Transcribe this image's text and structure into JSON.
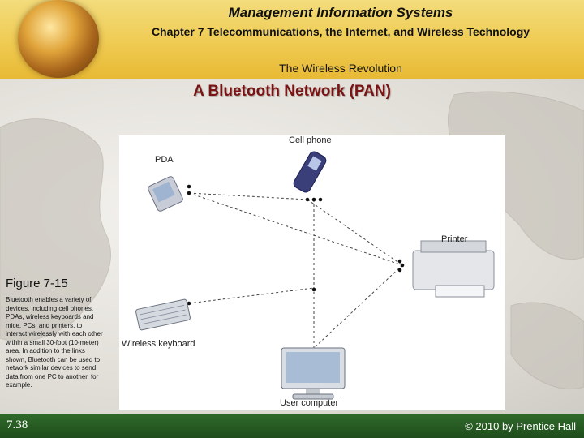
{
  "header": {
    "title": "Management Information Systems",
    "chapter": "Chapter 7 Telecommunications, the Internet, and Wireless Technology",
    "section": "The Wireless Revolution"
  },
  "slide": {
    "title": "A Bluetooth Network (PAN)"
  },
  "figure": {
    "labels": {
      "pda": "PDA",
      "cell_phone": "Cell phone",
      "printer": "Printer",
      "keyboard": "Wireless keyboard",
      "computer": "User computer"
    }
  },
  "caption": {
    "title": "Figure 7-15",
    "text": "Bluetooth enables a variety of devices, including cell phones, PDAs, wireless keyboards and mice, PCs, and printers, to interact wirelessly with each other within a small 30-foot (10-meter) area. In addition to the links shown, Bluetooth can be used to network similar devices to send data from one PC to another, for example."
  },
  "footer": {
    "page": "7.38",
    "copyright": "© 2010 by Prentice Hall"
  },
  "colors": {
    "header_gold": "#efcb52",
    "title_red": "#7a1414",
    "footer_green": "#2f6a2a"
  }
}
